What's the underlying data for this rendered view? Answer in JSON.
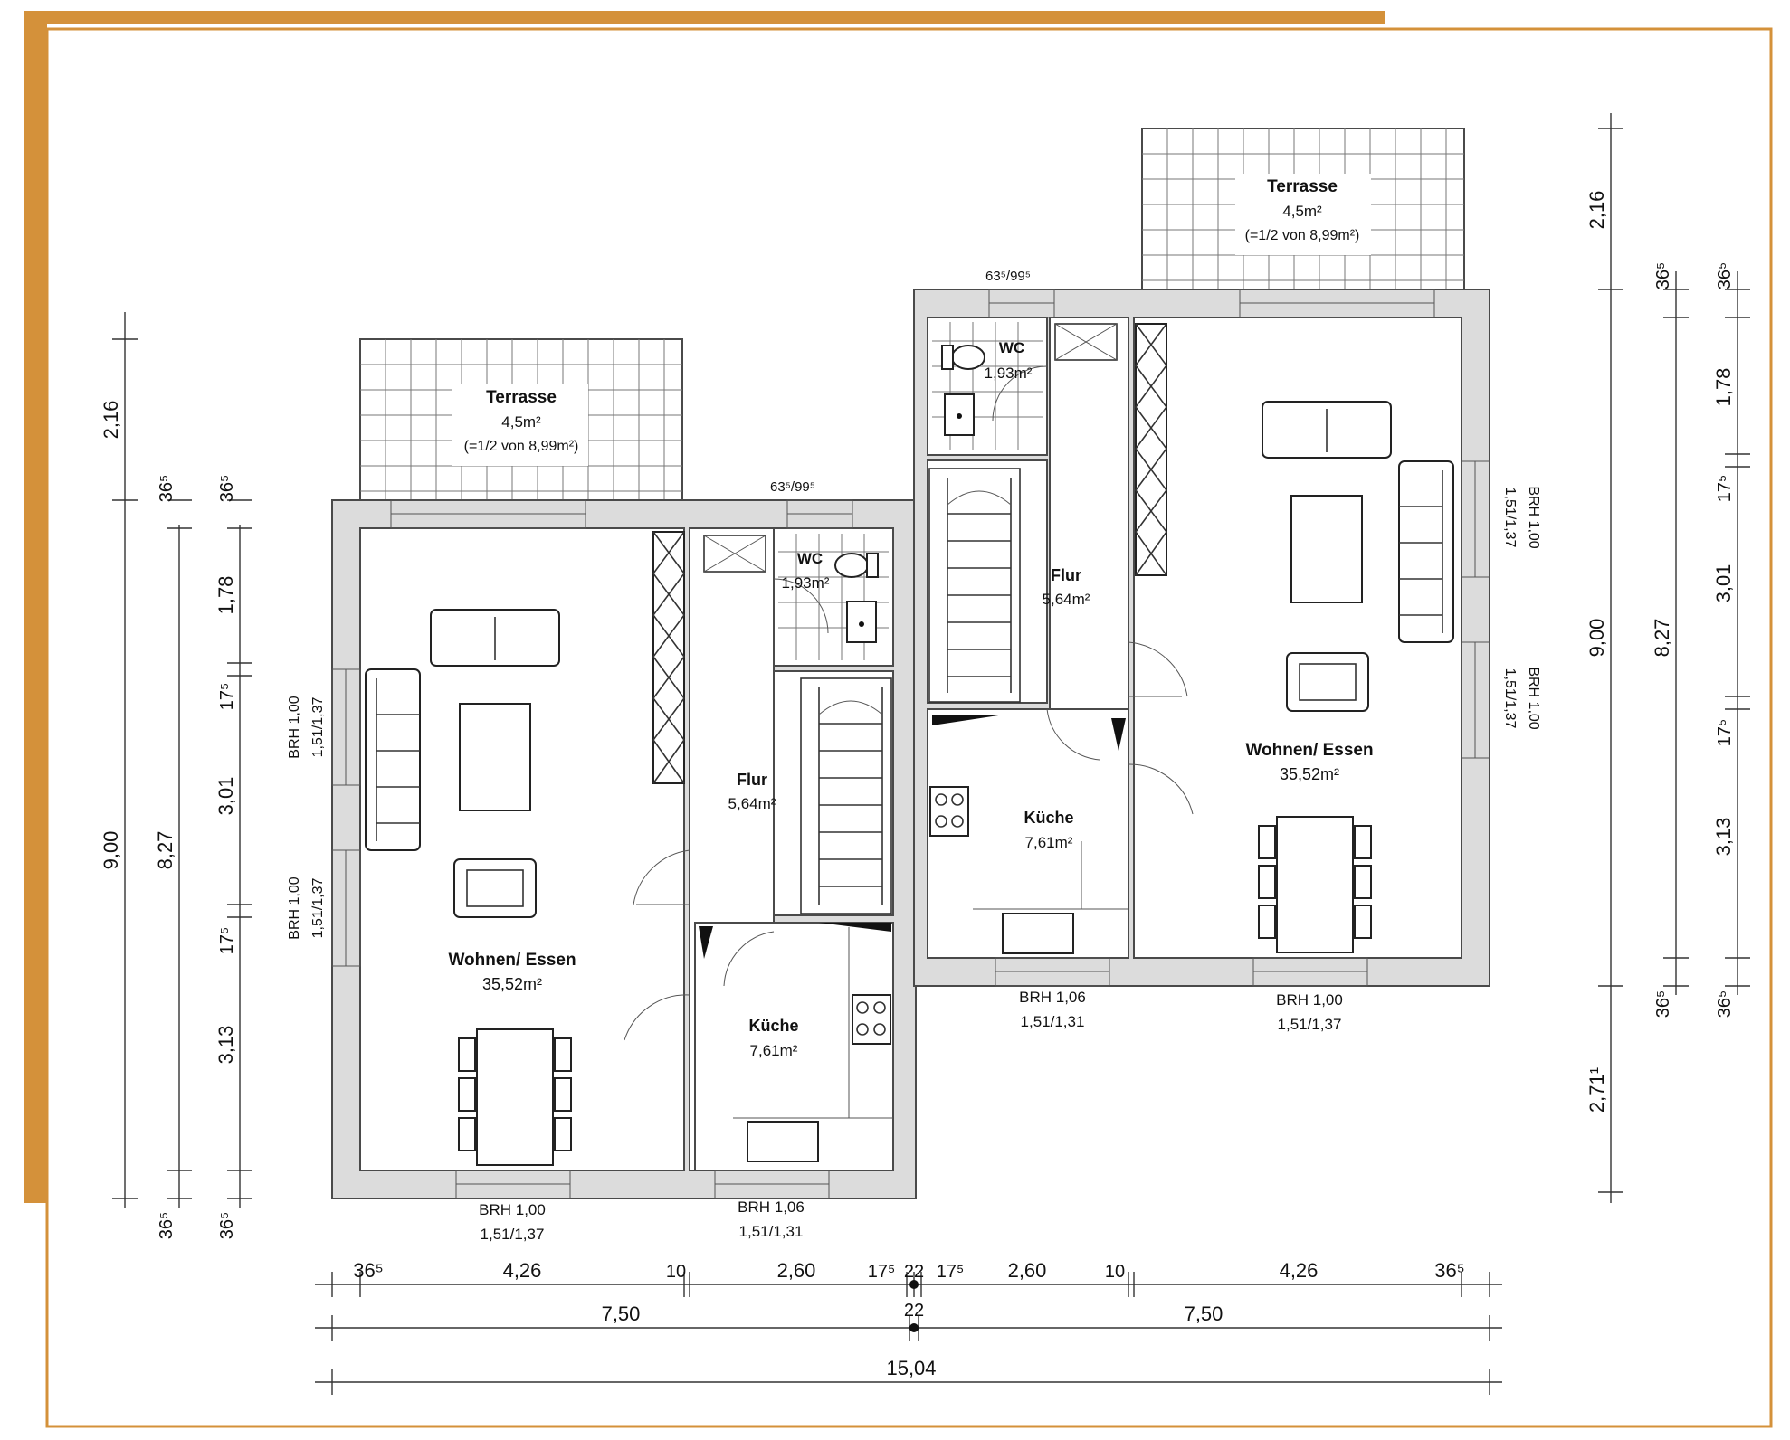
{
  "accent_color": "#D4913A",
  "units": [
    {
      "id": "left",
      "terrace": {
        "name": "Terrasse",
        "area": "4,5m²",
        "note": "(=1/2 von 8,99m²)"
      },
      "wc": {
        "name": "WC",
        "area": "1,93m²"
      },
      "wc_window": "63⁵/99⁵",
      "flur": {
        "name": "Flur",
        "area": "5,64m²"
      },
      "kueche": {
        "name": "Küche",
        "area": "7,61m²"
      },
      "wohnen": {
        "name": "Wohnen/ Essen",
        "area": "35,52m²"
      },
      "win_side_a": [
        "BRH 1,00",
        "1,51/1,37"
      ],
      "win_side_b": [
        "BRH 1,00",
        "1,51/1,37"
      ],
      "win_bottom_wohnen": [
        "BRH 1,00",
        "1,51/1,37"
      ],
      "win_bottom_kueche": [
        "BRH 1,06",
        "1,51/1,31"
      ]
    },
    {
      "id": "right",
      "terrace": {
        "name": "Terrasse",
        "area": "4,5m²",
        "note": "(=1/2 von 8,99m²)"
      },
      "wc": {
        "name": "WC",
        "area": "1,93m²"
      },
      "wc_window": "63⁵/99⁵",
      "flur": {
        "name": "Flur",
        "area": "5,64m²"
      },
      "kueche": {
        "name": "Küche",
        "area": "7,61m²"
      },
      "wohnen": {
        "name": "Wohnen/ Essen",
        "area": "35,52m²"
      },
      "win_side_a": [
        "BRH 1,00",
        "1,51/1,37"
      ],
      "win_side_b": [
        "BRH 1,00",
        "1,51/1,37"
      ],
      "win_bottom_wohnen": [
        "BRH 1,00",
        "1,51/1,37"
      ],
      "win_bottom_kueche": [
        "BRH 1,06",
        "1,51/1,31"
      ]
    }
  ],
  "dimensions": {
    "horizontal_row1": [
      "36⁵",
      "4,26",
      "10",
      "2,60",
      "17⁵",
      "22",
      "17⁵",
      "2,60",
      "10",
      "4,26",
      "36⁵"
    ],
    "horizontal_row2": [
      "7,50",
      "22",
      "7,50"
    ],
    "horizontal_total": "15,04",
    "left_vertical_outer": [
      "2,16",
      "9,00"
    ],
    "left_vertical_mid": [
      "36⁵",
      "8,27",
      "36⁵"
    ],
    "left_vertical_inner": [
      "36⁵",
      "1,78",
      "17⁵",
      "3,01",
      "17⁵",
      "3,13",
      "36⁵"
    ],
    "right_vertical_outer": [
      "2,16",
      "9,00",
      "2,71¹"
    ],
    "right_vertical_mid": [
      "36⁵",
      "8,27",
      "36⁵"
    ],
    "right_vertical_inner": [
      "36⁵",
      "1,78",
      "17⁵",
      "3,01",
      "17⁵",
      "3,13",
      "36⁵"
    ]
  }
}
